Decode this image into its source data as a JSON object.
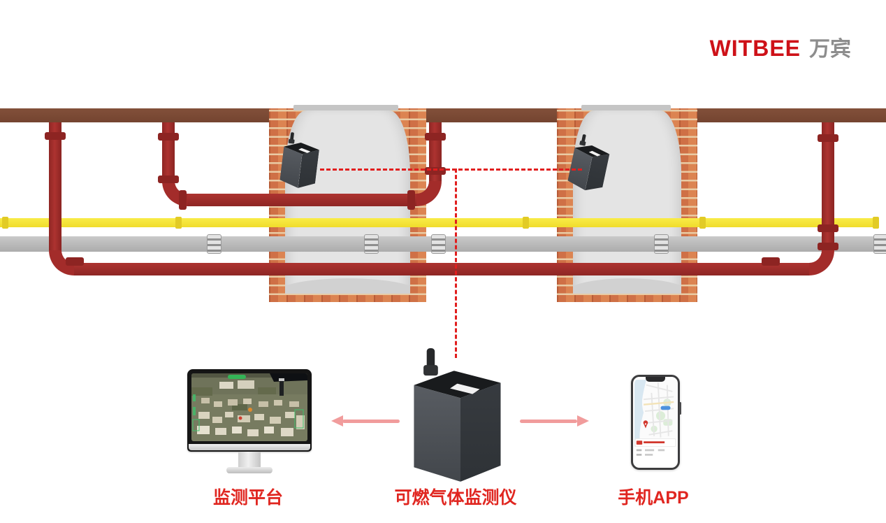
{
  "logo": {
    "brand_en": "WITBEE",
    "brand_cn": "万宾"
  },
  "diagram": {
    "captions": {
      "platform": "监测平台",
      "detector": "可燃气体监测仪",
      "app": "手机APP"
    },
    "icons": {
      "gas_detector": "gas-detector-device",
      "manhole_detector": "manhole-gas-detector-device",
      "platform_screen": "monitoring-platform-map-screen",
      "app_screen": "mobile-app-map-screen",
      "signal_link": "signal-dashed-link",
      "arrows": [
        "arrow-left-icon",
        "arrow-right-icon"
      ]
    },
    "colors": {
      "label_red": "#e02620",
      "logo_red": "#ce1118",
      "logo_gray": "#8d8d8d",
      "pipe_dark_red": "#a32c2a",
      "pipe_flange_red": "#8d2422",
      "pipe_yellow": "#f5e43a",
      "pipe_gray": "#bdbdbd",
      "ground_brown": "#7c4a33",
      "brick_orange": "#cf7046",
      "manhole_interior_gray": "#e4e4e4",
      "dashed_link_red": "#e11e1e",
      "arrow_pink": "#f19c9c"
    }
  }
}
